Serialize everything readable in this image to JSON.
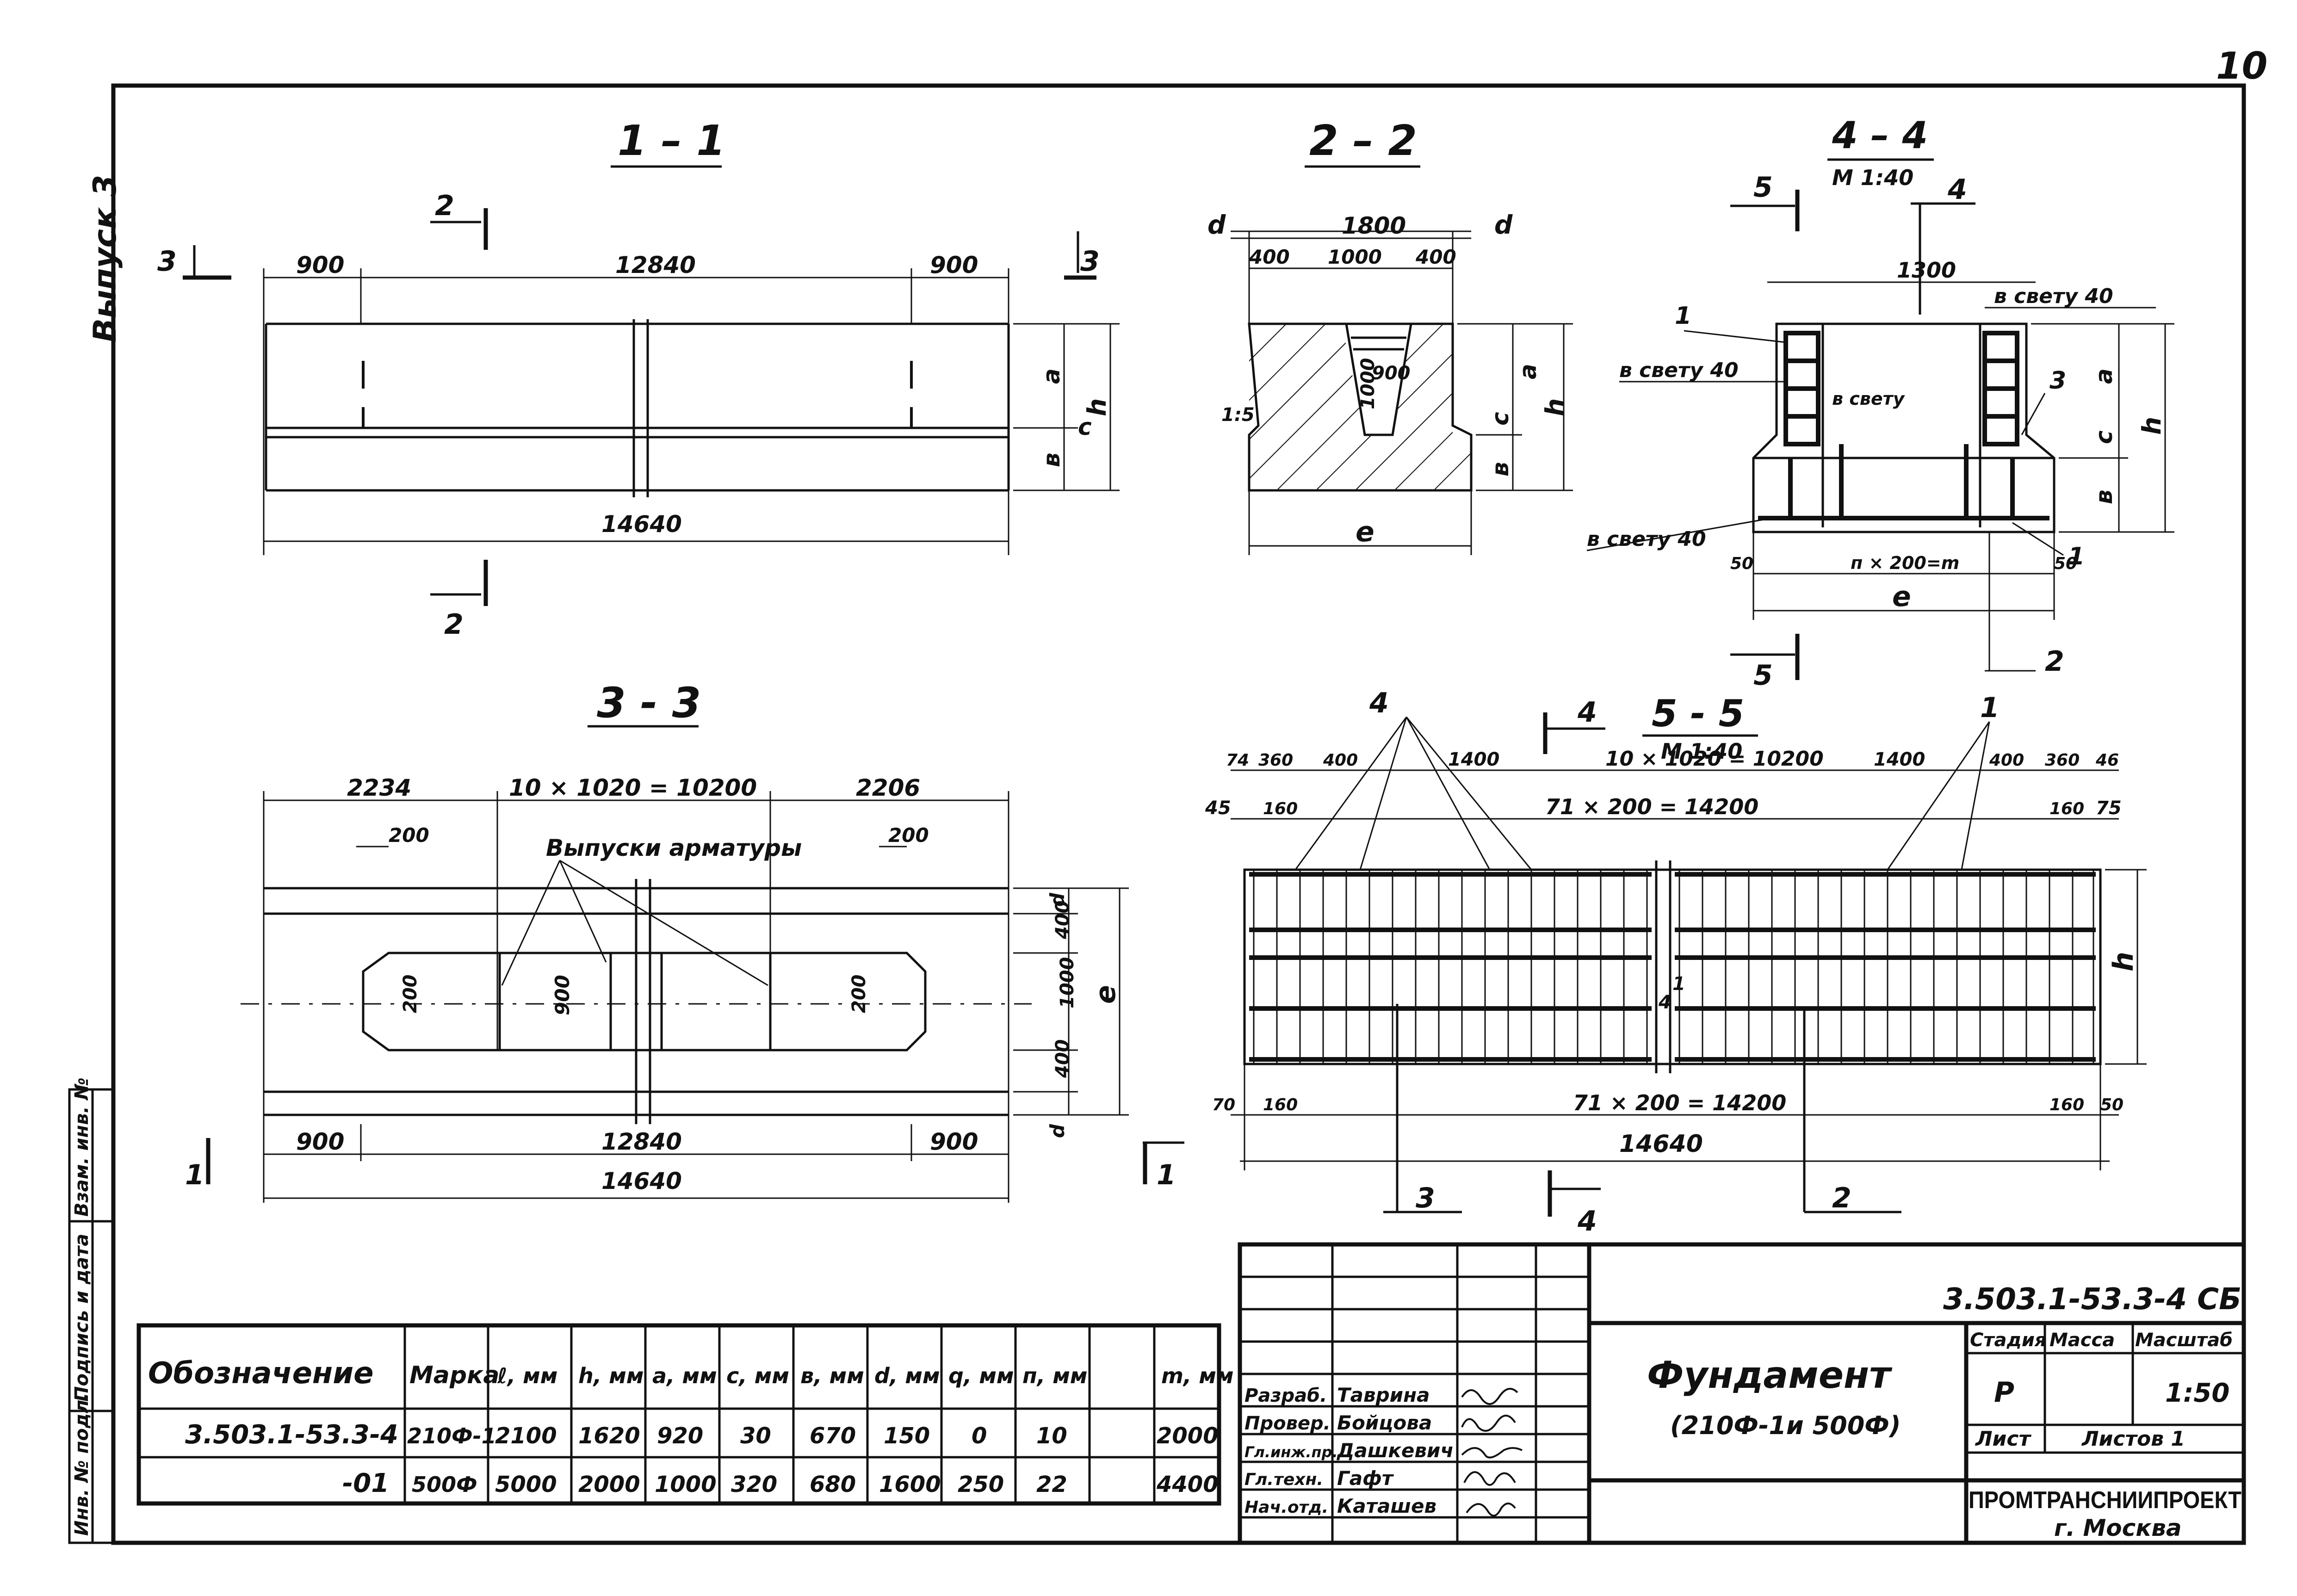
{
  "sheet": {
    "page_number": "10",
    "side_label": "Выпуск 3",
    "left_strip": [
      "Инв. № подл.",
      "Подпись и дата",
      "Взам. инв. №"
    ]
  },
  "sections": {
    "s11": {
      "title": "1 – 1",
      "dims_top": [
        "900",
        "12840",
        "900"
      ],
      "dim_total": "14640",
      "labels": [
        "a",
        "c",
        "в",
        "h"
      ],
      "cut_marks": [
        "2",
        "2",
        "3",
        "3"
      ]
    },
    "s22": {
      "title": "2 – 2",
      "dim_top": "1800",
      "dims_inner": [
        "400",
        "1000",
        "400"
      ],
      "d_labels": [
        "d",
        "d"
      ],
      "dim_900": "900",
      "dim_1000": "1000",
      "slope": "1:5",
      "labels": [
        "a",
        "c",
        "в",
        "h"
      ],
      "bottom": "e"
    },
    "s44": {
      "title": "4 – 4",
      "scale": "М 1:40",
      "dim_top": "1300",
      "notes": [
        "в свету 40",
        "в свету 40",
        "в свету",
        "в свету 40"
      ],
      "positions": [
        "1",
        "3",
        "4",
        "1",
        "2"
      ],
      "labels": [
        "a",
        "c",
        "в",
        "h"
      ],
      "bottom_dims": [
        "50",
        "п × 200=m",
        "50"
      ],
      "bottom": "e",
      "cut_marks": [
        "5",
        "5"
      ]
    },
    "s33": {
      "title": "3 - 3",
      "dims_top": [
        "2234",
        "10 × 1020 = 10200",
        "2206"
      ],
      "dims_200": [
        "200",
        "200",
        "200",
        "200"
      ],
      "note": "Выпуски арматуры",
      "inner_900": "900",
      "right_dims": [
        "d",
        "400",
        "1000",
        "400",
        "d"
      ],
      "right_label": "e",
      "dims_bottom": [
        "900",
        "12840",
        "900"
      ],
      "dim_total": "14640",
      "cut_marks": [
        "1",
        "1"
      ]
    },
    "s55": {
      "title": "5 - 5",
      "scale": "М 1:40",
      "cut4": "4",
      "pos4": "4",
      "pos1": "1",
      "dims_top1": [
        "74",
        "360",
        "400",
        "1400",
        "10 × 1020 = 10200",
        "1400",
        "400",
        "360",
        "46"
      ],
      "dims_top2": [
        "45",
        "160",
        "71 × 200 = 14200",
        "160",
        "75"
      ],
      "dims_bottom1": [
        "70",
        "160",
        "71 × 200 = 14200",
        "160",
        "50"
      ],
      "dim_total": "14640",
      "right_label": "h",
      "cut_marks": [
        "3",
        "4",
        "2"
      ],
      "inner": [
        "4",
        "1"
      ]
    }
  },
  "spec_table": {
    "headers": [
      "Обозначение",
      "Марка",
      "ℓ, мм",
      "h, мм",
      "a, мм",
      "c, мм",
      "в, мм",
      "d, мм",
      "q, мм",
      "п, мм",
      "m, мм"
    ],
    "rows": [
      [
        "3.503.1-53.3-4",
        "210Ф-1",
        "2100",
        "1620",
        "920",
        "30",
        "670",
        "150",
        "0",
        "10",
        "2000"
      ],
      [
        "-01",
        "500Ф",
        "5000",
        "2000",
        "1000",
        "320",
        "680",
        "1600",
        "250",
        "22",
        "4400"
      ]
    ]
  },
  "title_block": {
    "code": "3.503.1-53.3-4 СБ",
    "name": "Фундамент",
    "subname": "(210Ф-1и 500Ф)",
    "roles": [
      "Разраб.",
      "Провер.",
      "Гл.инж.пр.",
      "Гл.техн.",
      "Нач.отд."
    ],
    "names": [
      "Таврина",
      "Бойцова",
      "Дашкевич",
      "Гафт",
      "Каташев"
    ],
    "stage_label": "Стадия",
    "mass_label": "Масса",
    "scale_label": "Масштаб",
    "stage": "Р",
    "scale": "1:50",
    "sheet_label": "Лист",
    "sheets_label": "Листов 1",
    "org": "ПРОМТРАНСНИИПРОЕКТ",
    "city": "г. Москва"
  }
}
